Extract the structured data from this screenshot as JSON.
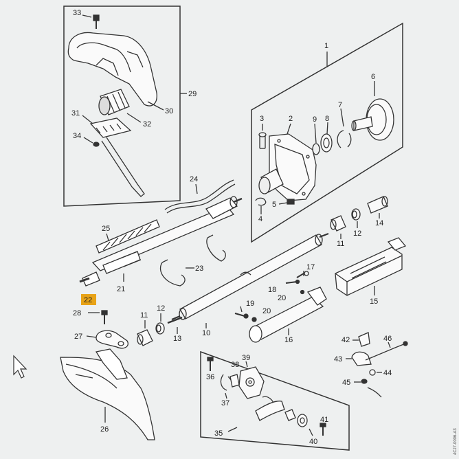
{
  "colors": {
    "paper": "#eef0f0",
    "ink": "#333333",
    "highlight": "#e8a317"
  },
  "labels": {
    "p1": "1",
    "p2": "2",
    "p3": "3",
    "p4": "4",
    "p5": "5",
    "p6": "6",
    "p7": "7",
    "p8": "8",
    "p9": "9",
    "p10": "10",
    "p11a": "11",
    "p11b": "11",
    "p12a": "12",
    "p12b": "12",
    "p13": "13",
    "p14": "14",
    "p15": "15",
    "p16": "16",
    "p17": "17",
    "p18": "18",
    "p19": "19",
    "p20a": "20",
    "p20b": "20",
    "p21": "21",
    "p22": "22",
    "p23": "23",
    "p24": "24",
    "p25": "25",
    "p26": "26",
    "p27": "27",
    "p28": "28",
    "p29": "29",
    "p30": "30",
    "p31": "31",
    "p32": "32",
    "p33": "33",
    "p34": "34",
    "p35": "35",
    "p36": "36",
    "p37": "37",
    "p38": "38",
    "p39": "39",
    "p40": "40",
    "p41": "41",
    "p42": "42",
    "p43": "43",
    "p44": "44",
    "p45": "45",
    "p46": "46"
  },
  "reference_code": "4CJ7-0006-A3",
  "highlighted_part": "22"
}
